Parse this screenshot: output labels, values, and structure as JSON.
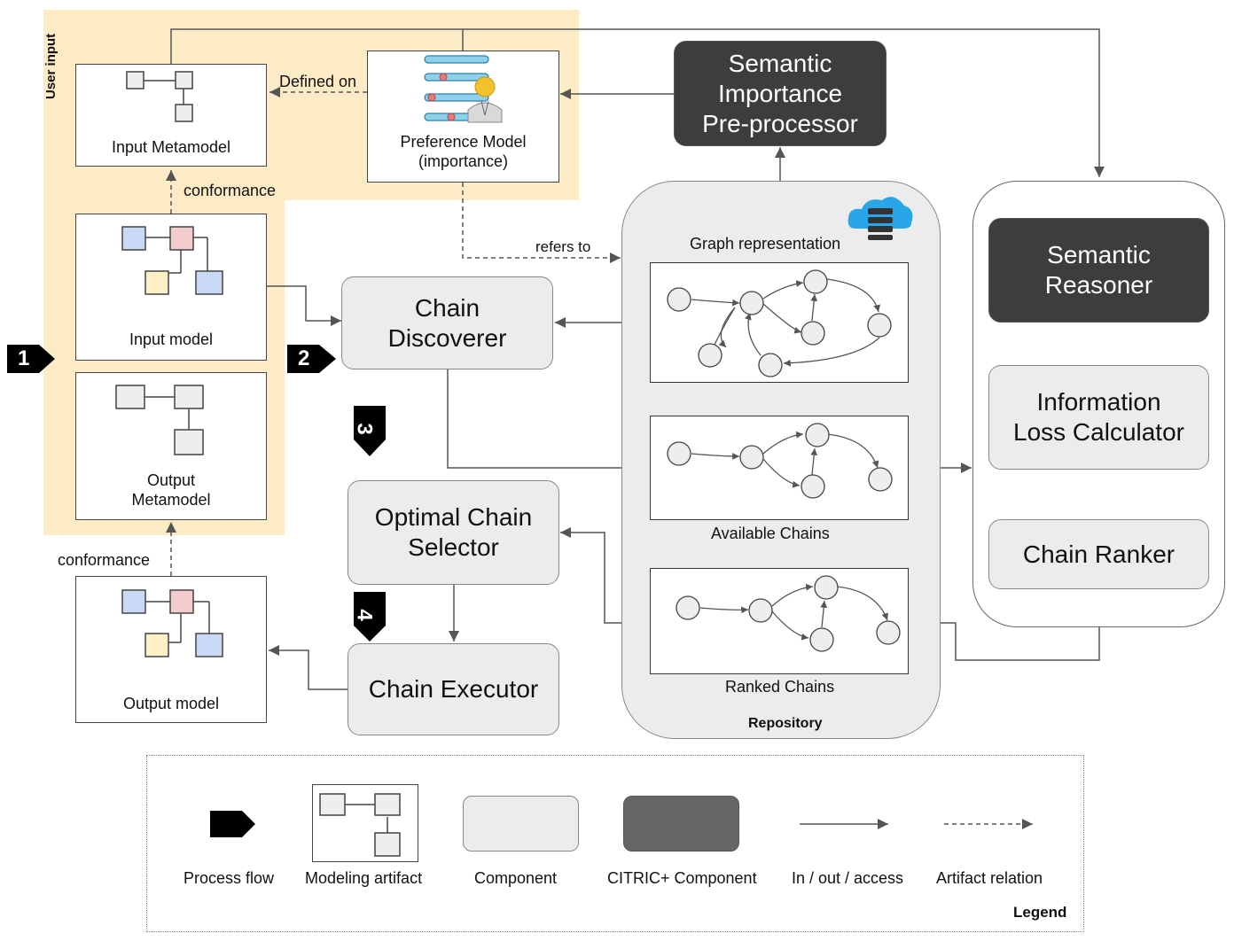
{
  "user_input": {
    "title": "User input"
  },
  "artifacts": {
    "input_metamodel": "Input Metamodel",
    "input_model": "Input model",
    "output_metamodel_1": "Output",
    "output_metamodel_2": "Metamodel",
    "output_model": "Output model",
    "preference_1": "Preference Model",
    "preference_2": "(importance)"
  },
  "relations": {
    "defined_on": "Defined on",
    "conformance_top": "conformance",
    "conformance_bottom": "conformance",
    "refers_to": "refers to"
  },
  "components": {
    "chain_discoverer_1": "Chain",
    "chain_discoverer_2": "Discoverer",
    "optimal_selector_1": "Optimal Chain",
    "optimal_selector_2": "Selector",
    "chain_executor": "Chain Executor",
    "info_loss_1": "Information",
    "info_loss_2": "Loss Calculator",
    "chain_ranker": "Chain Ranker"
  },
  "citric_components": {
    "sem_importance_1": "Semantic",
    "sem_importance_2": "Importance",
    "sem_importance_3": "Pre-processor",
    "sem_reasoner_1": "Semantic",
    "sem_reasoner_2": "Reasoner"
  },
  "repository": {
    "title": "Repository",
    "graph_representation": "Graph representation",
    "available_chains": "Available Chains",
    "ranked_chains": "Ranked Chains"
  },
  "steps": [
    "1",
    "2",
    "3",
    "4"
  ],
  "legend": {
    "title": "Legend",
    "process_flow": "Process flow",
    "modeling_artifact": "Modeling artifact",
    "component": "Component",
    "citric_component": "CITRIC+  Component",
    "in_out_access": "In / out / access",
    "artifact_relation": "Artifact relation"
  },
  "colors": {
    "user_input_bg": "#fdebc6",
    "component_bg": "#ececec",
    "citric_bg": "#3d3d3d",
    "node_blue": "#c9d8f4",
    "node_pink": "#f2cccc",
    "node_yellow": "#fdf0c4",
    "node_gray": "#eeeeee"
  }
}
